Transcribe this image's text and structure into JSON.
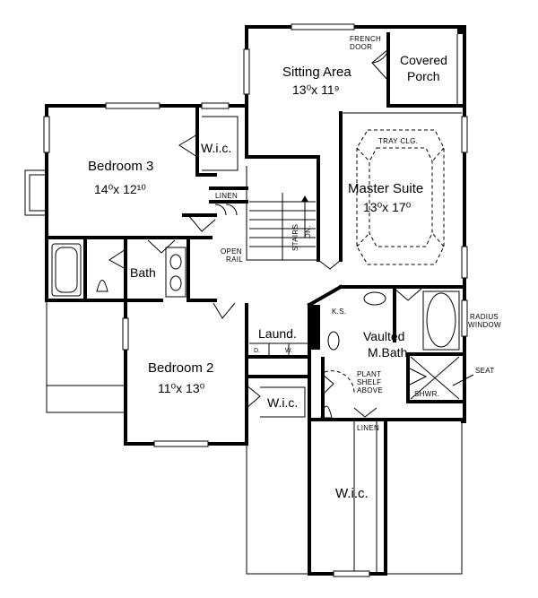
{
  "rooms": {
    "sitting_area": {
      "name": "Sitting Area",
      "size": "13⁰x 11⁹"
    },
    "covered_porch": {
      "line1": "Covered",
      "line2": "Porch"
    },
    "french_door": {
      "line1": "FRENCH",
      "line2": "DOOR"
    },
    "master_suite": {
      "name": "Master Suite",
      "size": "13⁰x 17⁰",
      "tray": "TRAY CLG."
    },
    "bedroom3": {
      "name": "Bedroom 3",
      "size": "14⁰x 12¹⁰"
    },
    "wic_top": {
      "name": "W.i.c."
    },
    "linen_top": {
      "name": "LINEN"
    },
    "stairs": {
      "label": "STAIRS",
      "dir": "DN."
    },
    "open_rail": {
      "line1": "OPEN",
      "line2": "RAIL"
    },
    "bath": {
      "name": "Bath"
    },
    "bedroom2": {
      "name": "Bedroom 2",
      "size": "11⁰x 13⁰"
    },
    "laundry": {
      "name": "Laund.",
      "dryer": "D.",
      "washer": "W."
    },
    "wic_mid": {
      "name": "W.i.c."
    },
    "ks": {
      "name": "K.S."
    },
    "master_bath": {
      "line1": "Vaulted",
      "line2": "M.Bath"
    },
    "radius_window": {
      "line1": "RADIUS",
      "line2": "WINDOW"
    },
    "plant_shelf": {
      "line1": "PLANT",
      "line2": "SHELF",
      "line3": "ABOVE"
    },
    "seat": {
      "name": "SEAT"
    },
    "shower": {
      "name": "SHWR."
    },
    "linen_bottom": {
      "name": "LINEN"
    },
    "wic_bottom": {
      "name": "W.i.c."
    }
  }
}
